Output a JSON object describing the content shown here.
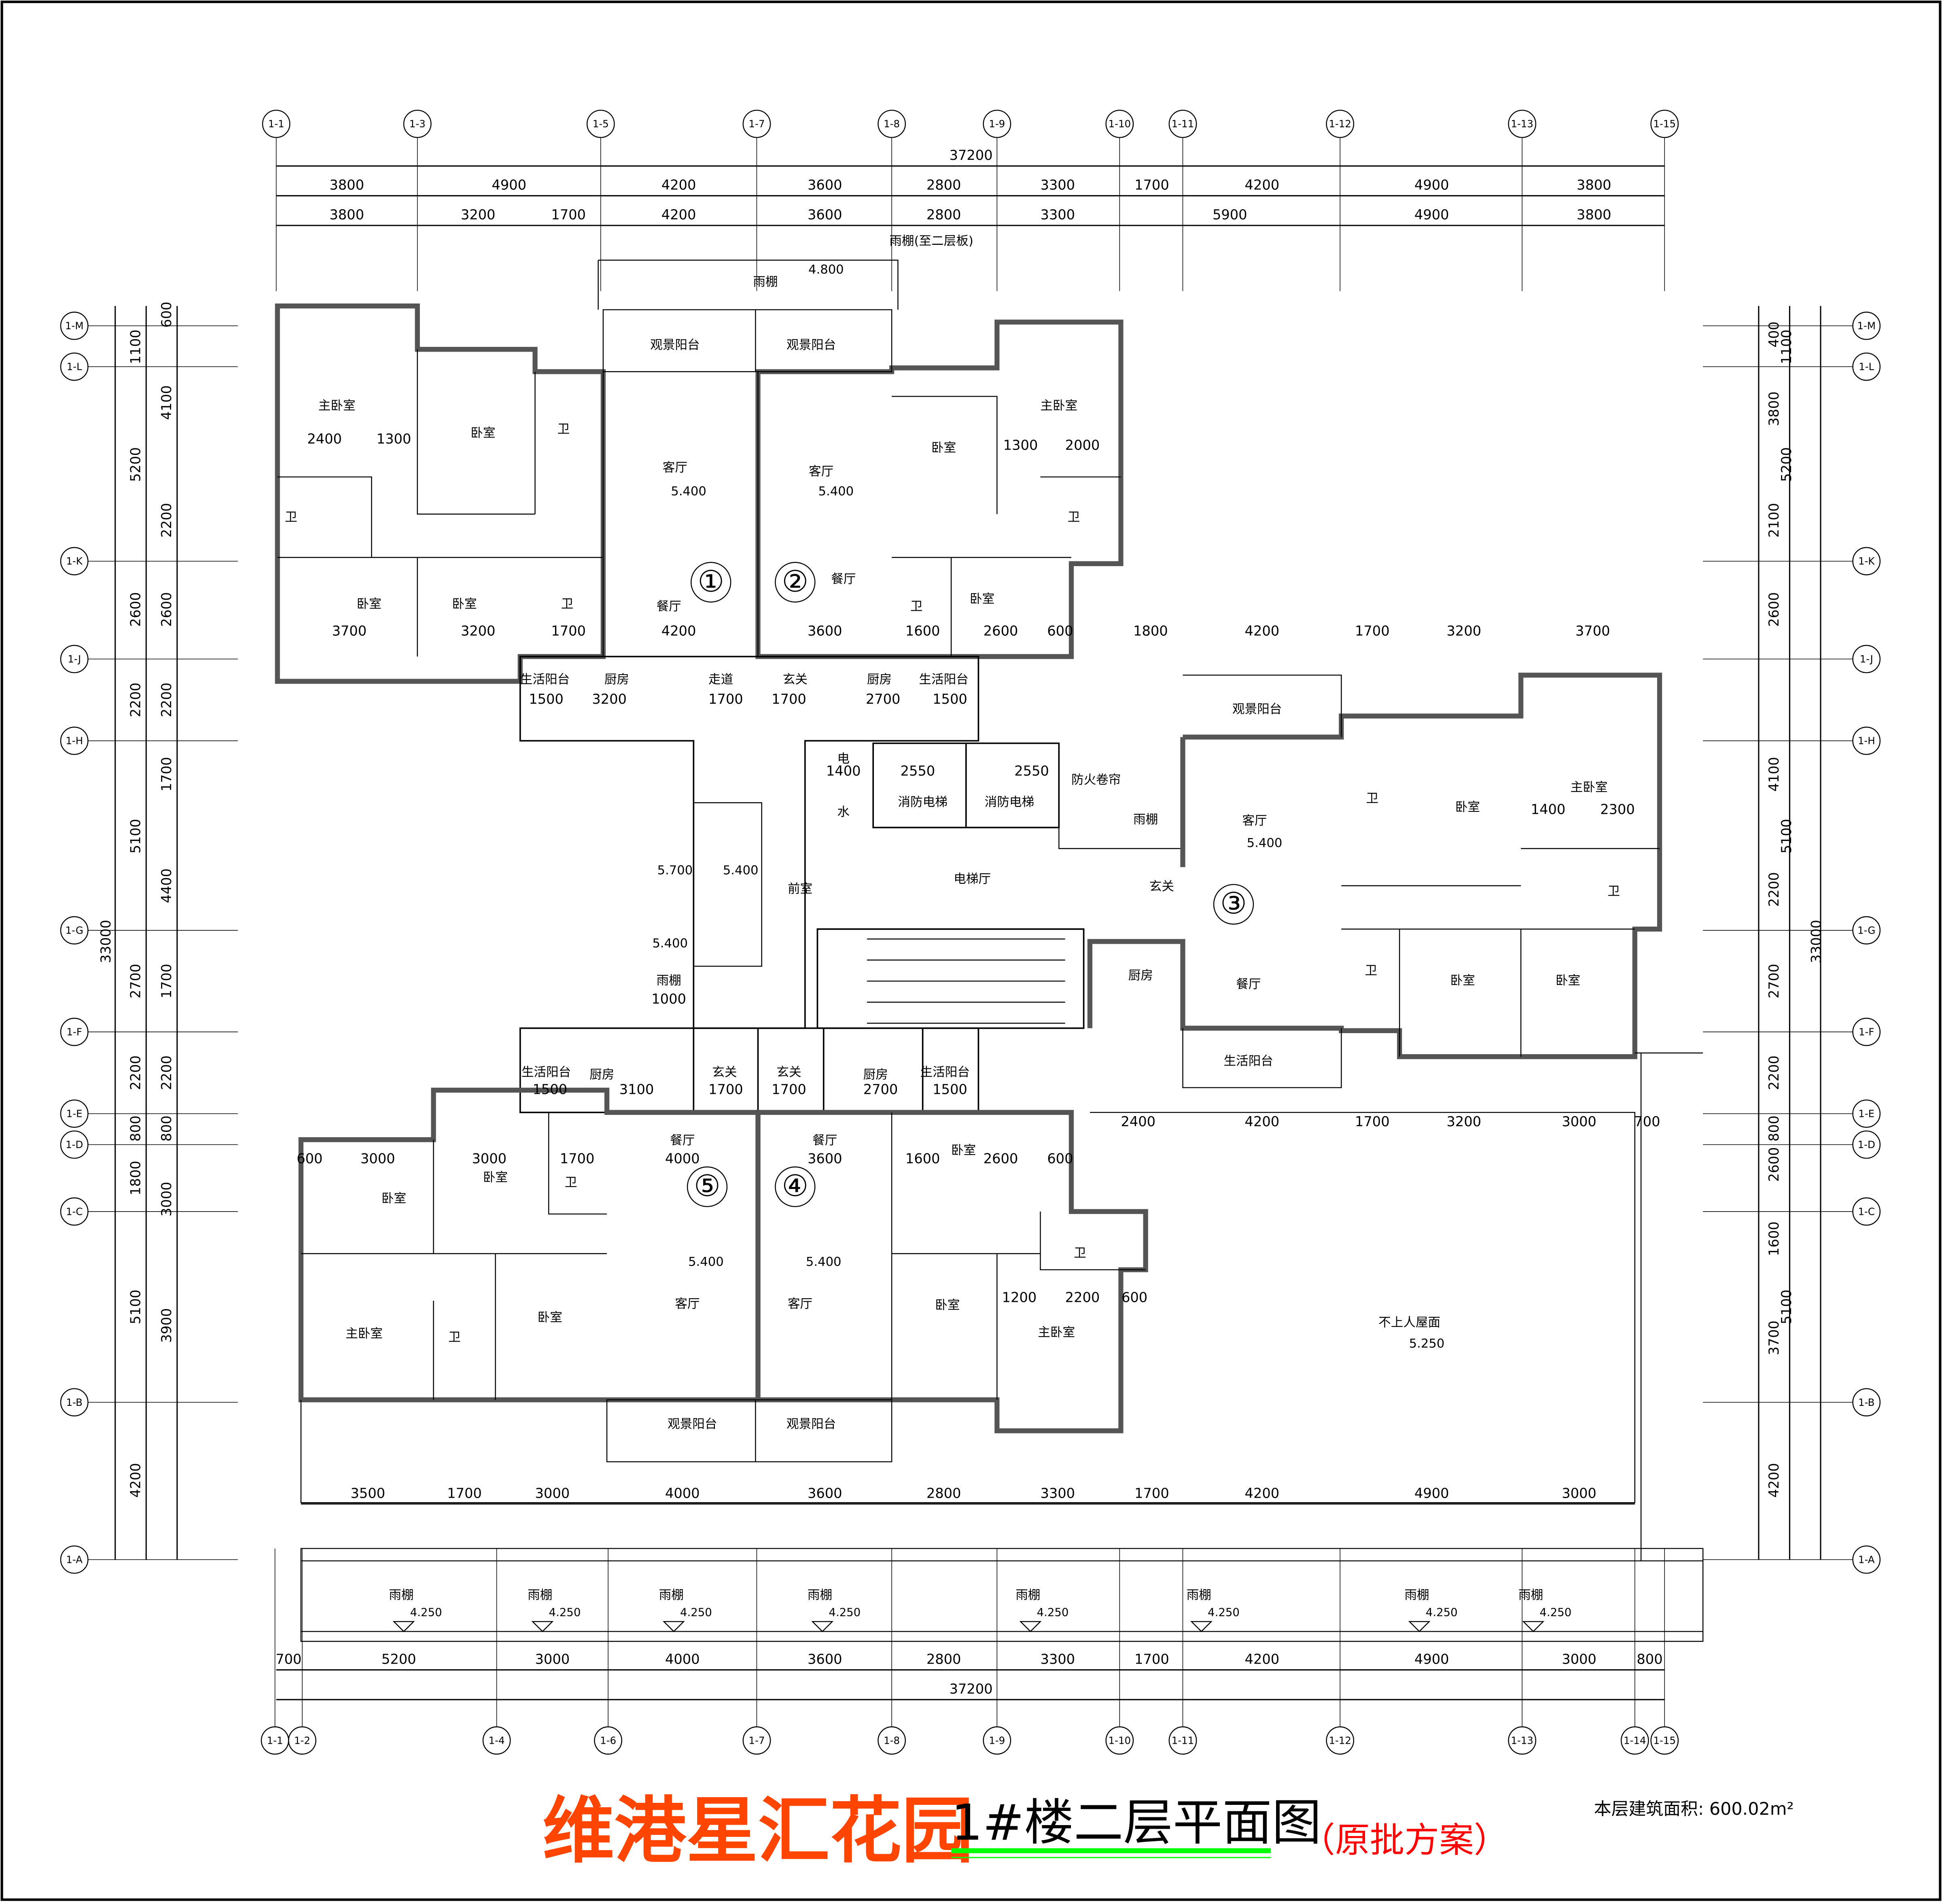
{
  "axes": {
    "top": [
      "1-1",
      "1-3",
      "1-5",
      "1-7",
      "1-8",
      "1-9",
      "1-10",
      "1-11",
      "1-12",
      "1-13",
      "1-15"
    ],
    "bottom": [
      "1-1",
      "1-2",
      "1-4",
      "1-6",
      "1-7",
      "1-8",
      "1-9",
      "1-10",
      "1-11",
      "1-12",
      "1-13",
      "1-14",
      "1-15"
    ],
    "left": [
      "1-M",
      "1-L",
      "1-K",
      "1-J",
      "1-H",
      "1-G",
      "1-F",
      "1-E",
      "1-D",
      "1-C",
      "1-B",
      "1-A"
    ]
  },
  "dimensions": {
    "top_total": "37200",
    "top_row1": [
      "3800",
      "4900",
      "4200",
      "3600",
      "2800",
      "3300",
      "1700",
      "4200",
      "4900",
      "3800"
    ],
    "top_row2": [
      "3800",
      "3200",
      "1700",
      "4200",
      "3600",
      "2800",
      "3300",
      "5900",
      "4900",
      "3800"
    ],
    "bottom_total": "37200",
    "bottom_row": [
      "700",
      "5200",
      "3000",
      "4000",
      "3600",
      "2800",
      "3300",
      "1700",
      "4200",
      "4900",
      "3000",
      "800"
    ],
    "lower_row": [
      "3500",
      "1700",
      "3000",
      "4000",
      "3600",
      "2800",
      "3300",
      "1700",
      "4200",
      "4900",
      "3000"
    ],
    "left_total": "33000",
    "left_outer": [
      "1100",
      "5200",
      "2600",
      "2200",
      "5100",
      "2700",
      "2200",
      "800",
      "1800",
      "5100",
      "4200"
    ],
    "left_inner": [
      "600",
      "4100",
      "2200",
      "2600",
      "2200",
      "1700",
      "4400",
      "1700",
      "2200",
      "800",
      "3000",
      "3900"
    ],
    "right_total": "33000",
    "right_outer": [
      "5200",
      "5100",
      "5100"
    ],
    "right_inner": [
      "400",
      "1100",
      "3800",
      "2100",
      "2600",
      "4100",
      "2200",
      "2700",
      "2200",
      "800",
      "2600",
      "1600",
      "3700",
      "4200"
    ],
    "interior": [
      "2400",
      "1300",
      "3700",
      "3200",
      "1700",
      "4200",
      "3600",
      "1600",
      "2600",
      "600",
      "1500",
      "3200",
      "1700",
      "1700",
      "2700",
      "1500",
      "1800",
      "4200",
      "1700",
      "3200",
      "3700",
      "1400",
      "2550",
      "2550",
      "1500",
      "3100",
      "1700",
      "1700",
      "2700",
      "1500",
      "2400",
      "4200",
      "1700",
      "3200",
      "3000",
      "700",
      "600",
      "3000",
      "3000",
      "1700",
      "4000",
      "3600",
      "1600",
      "2600",
      "600",
      "1200",
      "2200",
      "600",
      "1400",
      "2300",
      "1300",
      "2000",
      "1000"
    ]
  },
  "units": [
    "①",
    "②",
    "③",
    "④",
    "⑤"
  ],
  "rooms": [
    "主卧室",
    "卧室",
    "卫",
    "客厅",
    "5.400",
    "观景阳台",
    "观景阳台",
    "雨棚",
    "4.800",
    "客厅",
    "5.400",
    "卧室",
    "主卧室",
    "卫",
    "卧室",
    "卧室",
    "卫",
    "餐厅",
    "餐厅",
    "卫",
    "卧室",
    "卫",
    "生活阳台",
    "厨房",
    "走道",
    "玄关",
    "厨房",
    "生活阳台",
    "电",
    "水",
    "消防电梯",
    "消防电梯",
    "防火卷帘",
    "雨棚",
    "前室",
    "电梯厅",
    "5.700",
    "5.400",
    "5.400",
    "雨棚",
    "观景阳台",
    "客厅",
    "5.400",
    "玄关",
    "卫",
    "卧室",
    "主卧室",
    "卫",
    "厨房",
    "餐厅",
    "卫",
    "卧室",
    "卧室",
    "生活阳台",
    "生活阳台",
    "厨房",
    "玄关",
    "玄关",
    "厨房",
    "生活阳台",
    "餐厅",
    "餐厅",
    "卧室",
    "卧室",
    "卫",
    "卧室",
    "卫",
    "主卧室",
    "卫",
    "卧室",
    "客厅",
    "5.400",
    "客厅",
    "5.400",
    "卧室",
    "主卧室",
    "观景阳台",
    "观景阳台",
    "不上人屋面",
    "5.250",
    "雨棚(至二层板)"
  ],
  "canopies": {
    "label": "雨棚",
    "level": "4.250",
    "count": 8
  },
  "title": {
    "project": "维港星汇花园",
    "drawing": "1#楼二层平面图",
    "note": "（原批方案）",
    "area": "本层建筑面积: 600.02m²"
  },
  "colors": {
    "project": "#ff4500",
    "note": "#ff0000",
    "underline": "#00ff00"
  }
}
